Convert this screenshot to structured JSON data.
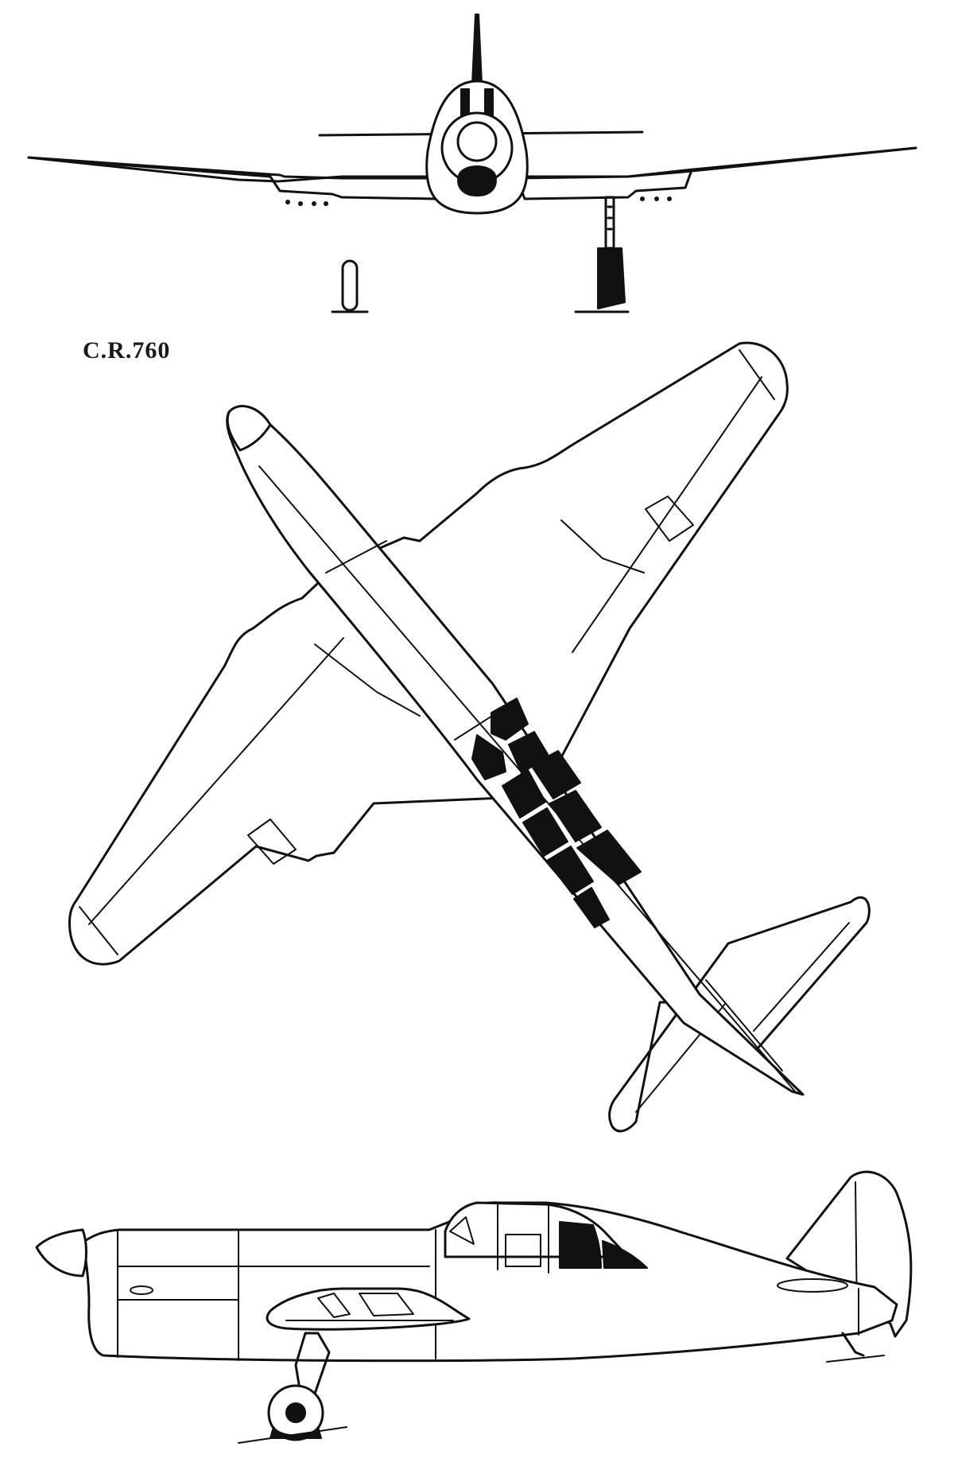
{
  "drawing": {
    "designation": "C.R.760",
    "views": [
      {
        "name": "front-view"
      },
      {
        "name": "plan-view"
      },
      {
        "name": "side-view"
      }
    ]
  },
  "colors": {
    "ink": "#111111",
    "paper": "#ffffff"
  }
}
